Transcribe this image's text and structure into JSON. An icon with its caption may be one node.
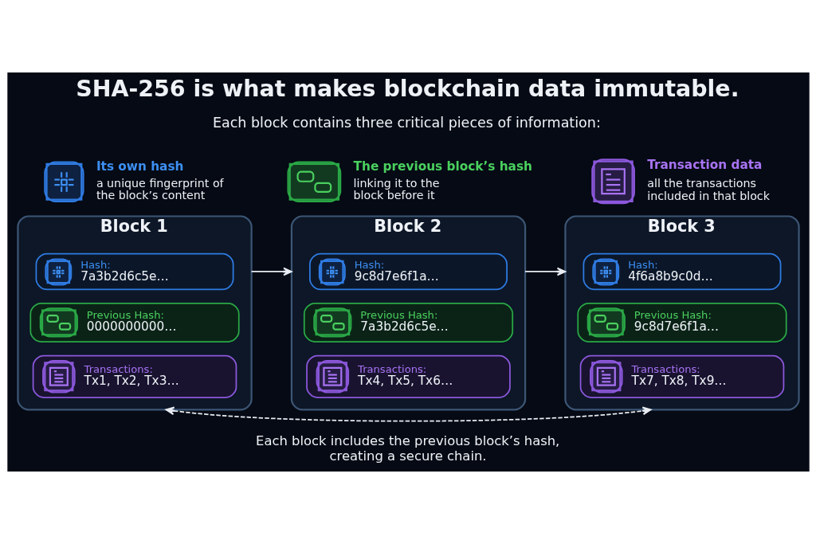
{
  "diagram": {
    "title": "SHA-256 is what makes blockchain data immutable.",
    "nodes": [
      {
        "text": [
          "Block 1"
        ]
      },
      {
        "text": [
          "Hash:",
          "7a3b2d6c5e…"
        ],
        "in": 0
      },
      {
        "text": [
          "Previous Hash:",
          "0000000000…"
        ],
        "in": 0
      },
      {
        "text": [
          "Transactions:",
          "Tx1, Tx2, Tx3…"
        ],
        "in": 0
      },
      {
        "text": [
          "Block 2"
        ]
      },
      {
        "text": [
          "Hash:",
          "9c8d7e6f1a…"
        ],
        "in": 4
      },
      {
        "text": [
          "Previous Hash:",
          "7a3b2d6c5e…"
        ],
        "in": 4
      },
      {
        "text": [
          "Transactions:",
          "Tx4, Tx5, Tx6…"
        ],
        "in": 4
      },
      {
        "text": [
          "Block 3"
        ]
      },
      {
        "text": [
          "Hash:",
          "4f6a8b9c0d…"
        ],
        "in": 8
      },
      {
        "text": [
          "Previous Hash:",
          "9c8d7e6f1a…"
        ],
        "in": 8
      },
      {
        "text": [
          "Transactions:",
          "Tx7, Tx8, Tx9…"
        ],
        "in": 8
      }
    ],
    "edges": [
      {
        "from": 0,
        "to": 4,
        "arrow": "to"
      },
      {
        "from": 4,
        "to": 8,
        "arrow": "to"
      },
      {
        "from": 0,
        "to": 8,
        "arrow": "both",
        "style": "dashed"
      }
    ],
    "labels": [
      "Each block contains three critical pieces of information:",
      "a unique fingerprint of the block’s content",
      "linking it to the block before it",
      "all the transactions included in that block",
      "Each block includes the previous block’s hash, creating a secure chain."
    ],
    "legend": [
      {
        "text": "Its own hash"
      },
      {
        "text": "The previous block’s hash"
      },
      {
        "text": "Transaction data"
      }
    ]
  }
}
